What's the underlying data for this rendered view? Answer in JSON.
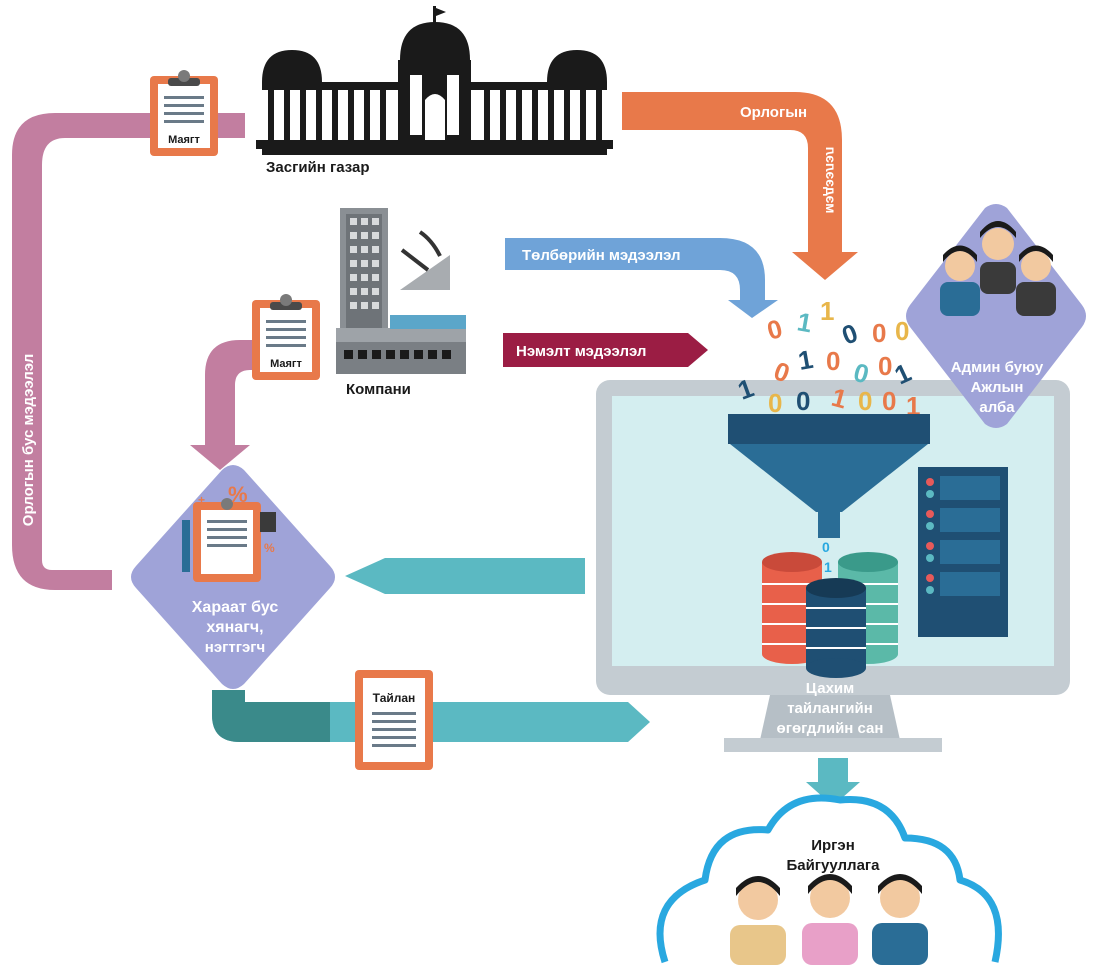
{
  "nodes": {
    "government": "Засгийн газар",
    "company": "Компани",
    "admin": [
      "Админ буюу",
      "Ажлын",
      "алба"
    ],
    "auditor": [
      "Хараат бус",
      "хянагч,",
      "нэгтгэгч"
    ],
    "database": [
      "Цахим",
      "тайлангийн",
      "өгөгдлийн сан"
    ],
    "citizens": [
      "Иргэн",
      "Байгууллага"
    ]
  },
  "arrows": {
    "revenue_top": "Орлогын",
    "revenue_rotated": "мэдээлэл",
    "payment": "Төлбөрийн мэдээлэл",
    "additional": "Нэмэлт мэдээлэл",
    "non_revenue": "Орлогын бус мэдээлэл"
  },
  "documents": {
    "form_top": "Маягт",
    "form_company": "Маягт",
    "report": "Тайлан"
  },
  "binary_digits": [
    "0",
    "1",
    "1",
    "0",
    "0",
    "0",
    "1",
    "0",
    "0",
    "0",
    "1",
    "1",
    "0",
    "0",
    "1",
    "0",
    "0",
    "1",
    "0"
  ],
  "colors": {
    "orange": "#e8794a",
    "pink": "#c27ea0",
    "blue_arrow": "#6fa3d8",
    "crimson": "#9b1d44",
    "teal": "#5bb9c2",
    "dark_teal": "#3a8a8a",
    "lavender": "#9fa3d8",
    "monitor": "#c4ccd2",
    "funnel": "#1f4f73",
    "cloud": "#29a8e0"
  }
}
